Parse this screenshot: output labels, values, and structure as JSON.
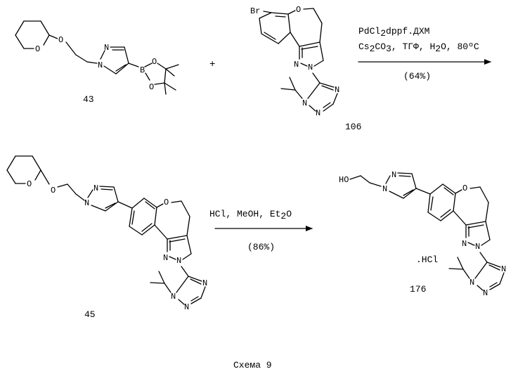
{
  "atoms": {
    "O": "O",
    "N": "N",
    "B": "B",
    "Br": "Br",
    "HO": "HO"
  },
  "reagents1": {
    "line1_pre": "PdCl",
    "line1_sub": "2",
    "line1_post": "dppf.ДХМ",
    "line2_a": "Cs",
    "line2_sub1": "2",
    "line2_b": "CO",
    "line2_sub2": "3",
    "line2_c": ", ТГФ, H",
    "line2_sub3": "2",
    "line2_d": "O, 80ºC",
    "yield": "(64%)"
  },
  "reagents2": {
    "line1_pre": "HCl, MeOH, Et",
    "line1_sub": "2",
    "line1_post": "O",
    "yield": "(86%)"
  },
  "plus": "+",
  "compounds": {
    "c43": "43",
    "c106": "106",
    "c45": "45",
    "c176": "176",
    "salt": ".HCl"
  },
  "caption": "Схема 9"
}
